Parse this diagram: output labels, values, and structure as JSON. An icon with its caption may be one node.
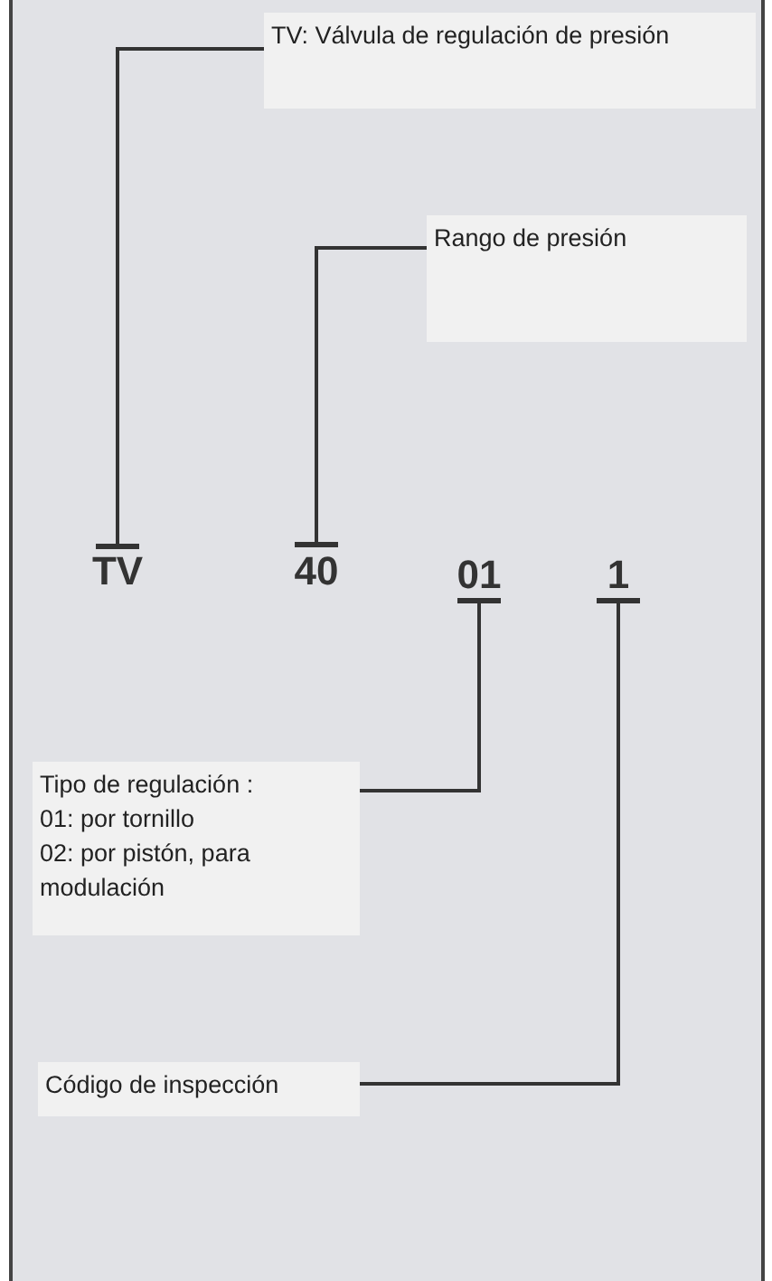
{
  "diagram": {
    "nodes": [
      {
        "text": [
          "TV: Válvula de regulación de presión"
        ]
      },
      {
        "text": [
          "Rango de presión"
        ]
      },
      {
        "text": [
          "TV"
        ]
      },
      {
        "text": [
          "40"
        ]
      },
      {
        "text": [
          "01"
        ]
      },
      {
        "text": [
          "1"
        ]
      },
      {
        "text": [
          "Tipo de regulación :",
          "01: por tornillo",
          "02: por pistón, para modulación"
        ]
      },
      {
        "text": [
          "Código de inspección"
        ]
      }
    ],
    "edges": [
      {
        "from": 0,
        "to": 2,
        "arrow": "other"
      },
      {
        "from": 1,
        "to": 3,
        "arrow": "other"
      },
      {
        "from": 6,
        "to": 4,
        "arrow": "other"
      },
      {
        "from": 7,
        "to": 5,
        "arrow": "other"
      }
    ]
  }
}
